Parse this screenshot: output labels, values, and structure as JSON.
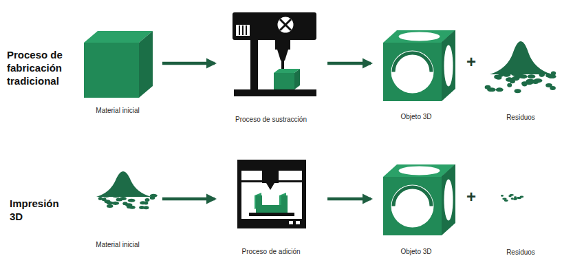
{
  "diagram": {
    "nodes": [
      {
        "text": [
          "Material inicial"
        ]
      },
      {
        "text": [
          "Proceso de sustracción"
        ]
      },
      {
        "text": [
          "Objeto 3D"
        ]
      },
      {
        "text": [
          "Residuos"
        ]
      },
      {
        "text": [
          "Material inicial"
        ]
      },
      {
        "text": [
          "Proceso de adición"
        ]
      },
      {
        "text": [
          "Objeto 3D"
        ]
      },
      {
        "text": [
          "Residuos"
        ]
      }
    ],
    "edges": [
      {
        "from": 0,
        "to": 1,
        "arrow": "to"
      },
      {
        "from": 1,
        "to": 2,
        "arrow": "to"
      },
      {
        "from": 4,
        "to": 5,
        "arrow": "to"
      },
      {
        "from": 5,
        "to": 6,
        "arrow": "to"
      }
    ],
    "labels": [
      "Proceso de fabricación tradicional",
      "Impresión 3D",
      "+",
      "+"
    ]
  }
}
